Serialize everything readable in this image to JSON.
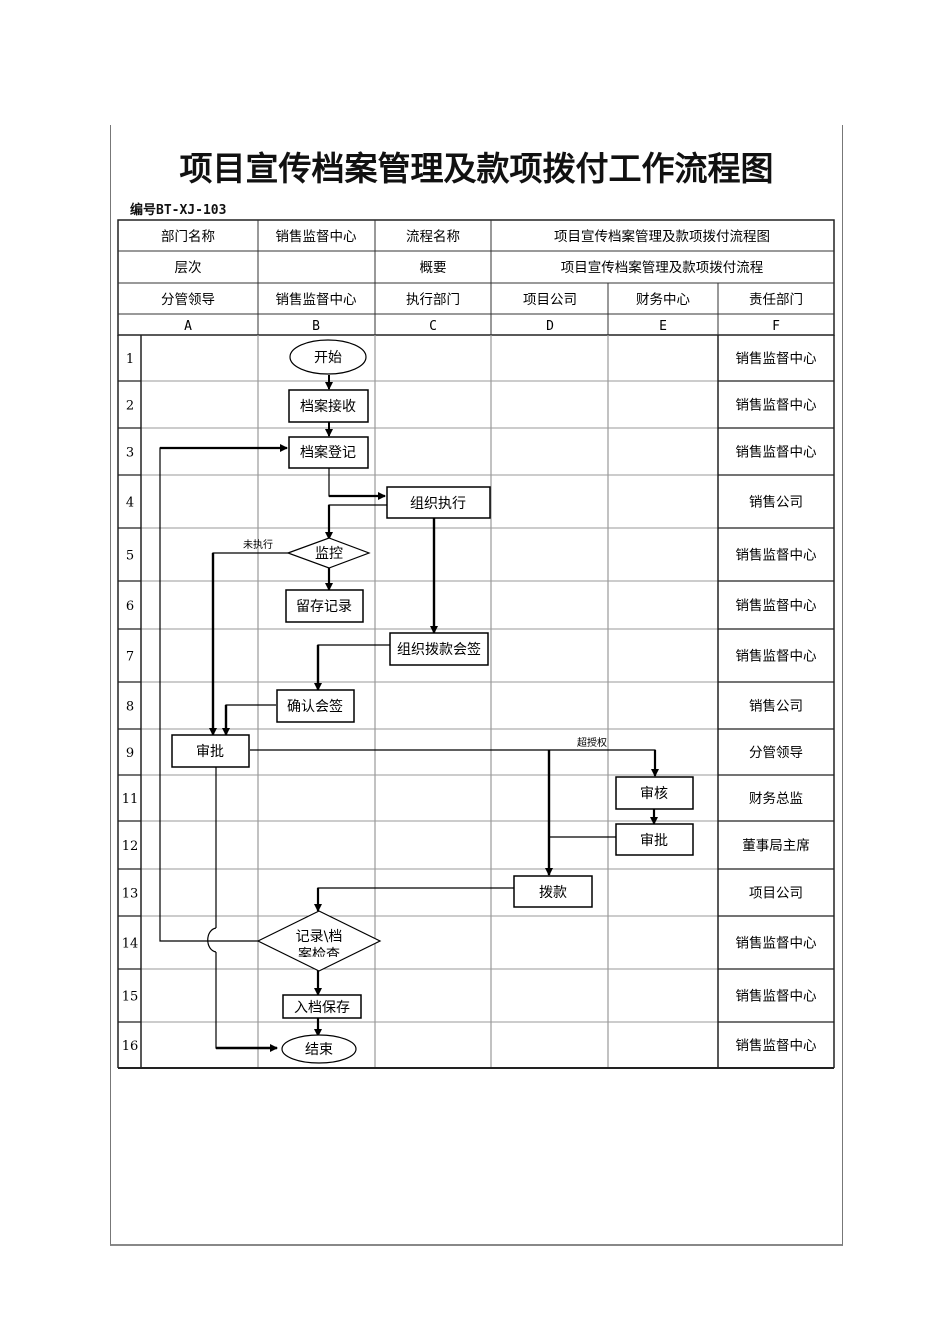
{
  "title": "项目宣传档案管理及款项拨付工作流程图",
  "doc_number": "编号BT-XJ-103",
  "header": {
    "dept_name_label": "部门名称",
    "dept_name_value": "销售监督中心",
    "process_name_label": "流程名称",
    "process_name_value": "项目宣传档案管理及款项拨付流程图",
    "level_label": "层次",
    "level_value": "",
    "summary_label": "概要",
    "summary_value": "项目宣传档案管理及款项拨付流程",
    "lanes": [
      "分管领导",
      "销售监督中心",
      "执行部门",
      "项目公司",
      "财务中心",
      "责任部门"
    ],
    "columns": [
      "A",
      "B",
      "C",
      "D",
      "E",
      "F"
    ]
  },
  "rows": [
    {
      "num": "1",
      "resp": "销售监督中心"
    },
    {
      "num": "2",
      "resp": "销售监督中心"
    },
    {
      "num": "3",
      "resp": "销售监督中心"
    },
    {
      "num": "4",
      "resp": "销售公司"
    },
    {
      "num": "5",
      "resp": "销售监督中心"
    },
    {
      "num": "6",
      "resp": "销售监督中心"
    },
    {
      "num": "7",
      "resp": "销售监督中心"
    },
    {
      "num": "8",
      "resp": "销售公司"
    },
    {
      "num": "9",
      "resp": "分管领导"
    },
    {
      "num": "11",
      "resp": "财务总监"
    },
    {
      "num": "12",
      "resp": "董事局主席"
    },
    {
      "num": "13",
      "resp": "项目公司"
    },
    {
      "num": "14",
      "resp": "销售监督中心"
    },
    {
      "num": "15",
      "resp": "销售监督中心"
    },
    {
      "num": "16",
      "resp": "销售监督中心"
    }
  ],
  "nodes": {
    "start": "开始",
    "receive": "档案接收",
    "register": "档案登记",
    "organize_exec": "组织执行",
    "monitor": "监控",
    "keep_record": "留存记录",
    "organize_sign": "组织拨款会签",
    "confirm_sign": "确认会签",
    "approve_a": "审批",
    "review": "审核",
    "approve_e": "审批",
    "disburse": "拨款",
    "check_line1": "记录\\档",
    "check_line2": "案检查",
    "archive": "入档保存",
    "end": "结束"
  },
  "labels": {
    "not_executed": "未执行",
    "over_authority": "超授权"
  },
  "colors": {
    "line": "#000000",
    "grid_light": "#9a9a9a",
    "grid_dark": "#222222"
  }
}
